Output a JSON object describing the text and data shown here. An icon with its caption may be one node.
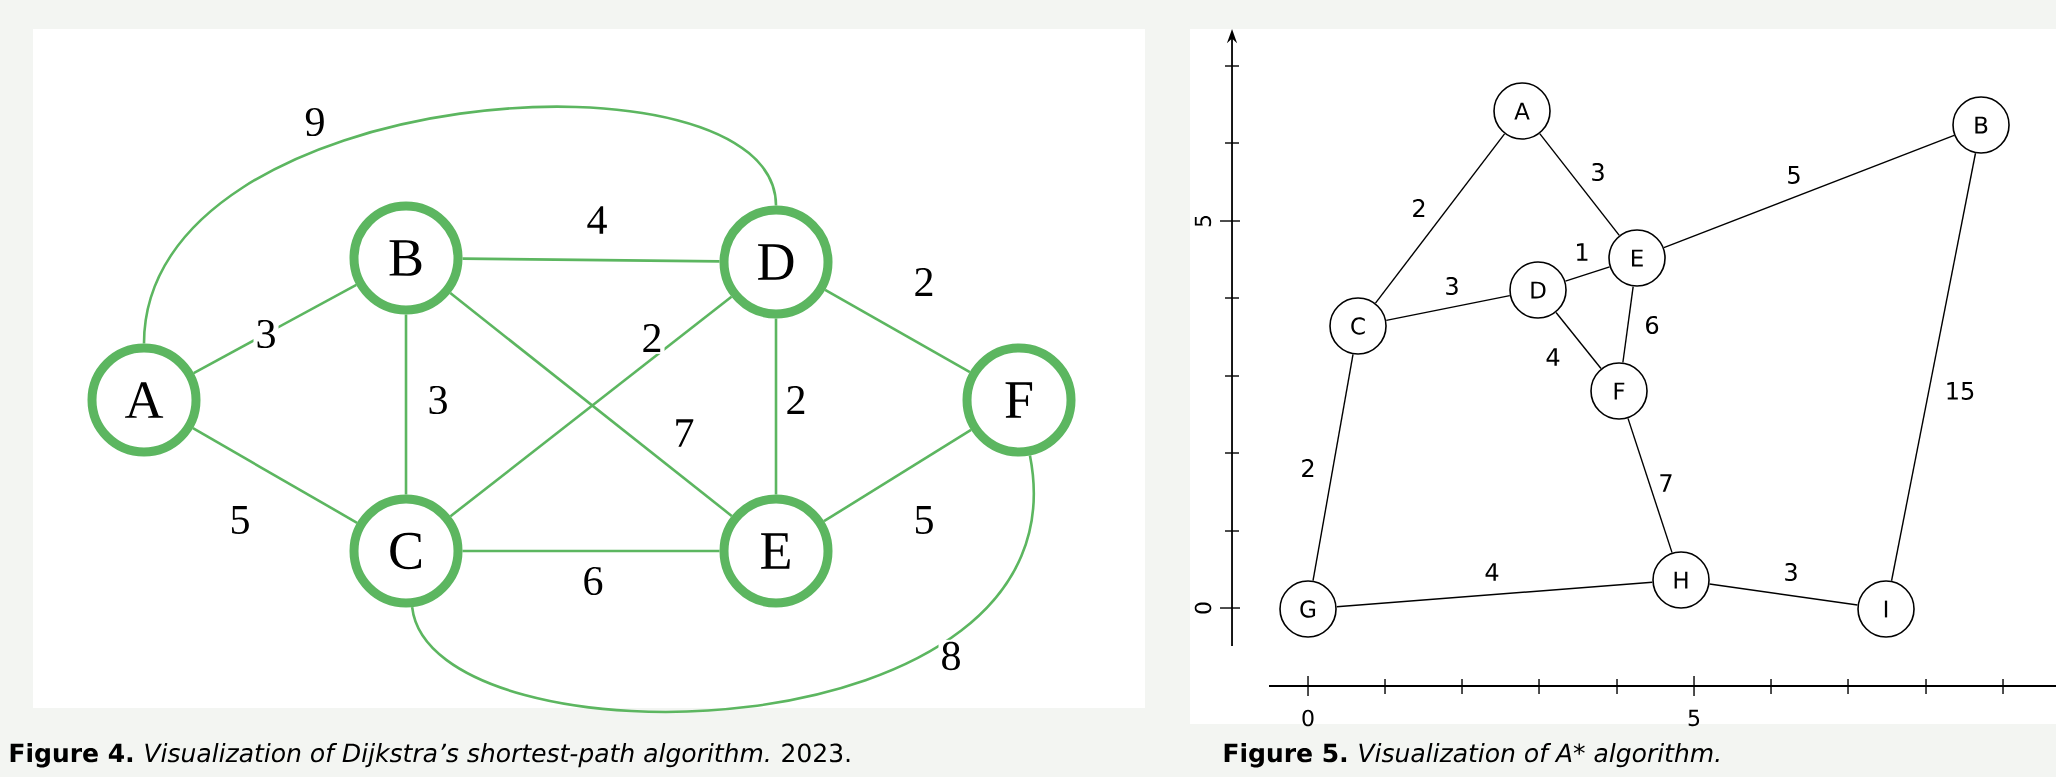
{
  "diagram": {
    "nodes": [
      {
        "text": [
          "A"
        ]
      },
      {
        "text": [
          "B"
        ]
      },
      {
        "text": [
          "C"
        ]
      },
      {
        "text": [
          "D"
        ]
      },
      {
        "text": [
          "E"
        ]
      },
      {
        "text": [
          "F"
        ]
      },
      {
        "text": [
          "A"
        ]
      },
      {
        "text": [
          "B"
        ]
      },
      {
        "text": [
          "C"
        ]
      },
      {
        "text": [
          "D"
        ]
      },
      {
        "text": [
          "E"
        ]
      },
      {
        "text": [
          "F"
        ]
      },
      {
        "text": [
          "G"
        ]
      },
      {
        "text": [
          "H"
        ]
      },
      {
        "text": [
          "I"
        ]
      }
    ],
    "edges": [
      {
        "from": 0,
        "to": 1,
        "arrow": "none",
        "label": "3",
        "color": "#5cb660"
      },
      {
        "from": 0,
        "to": 2,
        "arrow": "none",
        "label": "5",
        "color": "#5cb660"
      },
      {
        "from": 0,
        "to": 3,
        "arrow": "none",
        "label": "9",
        "color": "#5cb660"
      },
      {
        "from": 1,
        "to": 3,
        "arrow": "none",
        "label": "4",
        "color": "#5cb660"
      },
      {
        "from": 1,
        "to": 2,
        "arrow": "none",
        "label": "3",
        "color": "#5cb660"
      },
      {
        "from": 1,
        "to": 4,
        "arrow": "none",
        "label": "7",
        "color": "#5cb660"
      },
      {
        "from": 2,
        "to": 3,
        "arrow": "none",
        "label": "2",
        "color": "#5cb660"
      },
      {
        "from": 2,
        "to": 4,
        "arrow": "none",
        "label": "6",
        "color": "#5cb660"
      },
      {
        "from": 2,
        "to": 5,
        "arrow": "none",
        "label": "8",
        "color": "#5cb660"
      },
      {
        "from": 3,
        "to": 4,
        "arrow": "none",
        "label": "2",
        "color": "#5cb660"
      },
      {
        "from": 3,
        "to": 5,
        "arrow": "none",
        "label": "2",
        "color": "#5cb660"
      },
      {
        "from": 4,
        "to": 5,
        "arrow": "none",
        "label": "5",
        "color": "#5cb660"
      },
      {
        "from": 6,
        "to": 8,
        "arrow": "none",
        "label": "2",
        "color": "#000000"
      },
      {
        "from": 6,
        "to": 10,
        "arrow": "none",
        "label": "3",
        "color": "#000000"
      },
      {
        "from": 10,
        "to": 7,
        "arrow": "none",
        "label": "5",
        "color": "#000000"
      },
      {
        "from": 8,
        "to": 9,
        "arrow": "none",
        "label": "3",
        "color": "#000000"
      },
      {
        "from": 9,
        "to": 10,
        "arrow": "none",
        "label": "1",
        "color": "#000000"
      },
      {
        "from": 10,
        "to": 11,
        "arrow": "none",
        "label": "6",
        "color": "#000000"
      },
      {
        "from": 9,
        "to": 11,
        "arrow": "none",
        "label": "4",
        "color": "#000000"
      },
      {
        "from": 8,
        "to": 12,
        "arrow": "none",
        "label": "2",
        "color": "#000000"
      },
      {
        "from": 11,
        "to": 13,
        "arrow": "none",
        "label": "7",
        "color": "#000000"
      },
      {
        "from": 12,
        "to": 13,
        "arrow": "none",
        "label": "4",
        "color": "#000000"
      },
      {
        "from": 13,
        "to": 14,
        "arrow": "none",
        "label": "3",
        "color": "#000000"
      },
      {
        "from": 7,
        "to": 14,
        "arrow": "none",
        "label": "15",
        "color": "#000000"
      }
    ],
    "labels": [
      "5",
      "0",
      "0",
      "5",
      "Figure 4.",
      "Visualization of Dijkstra’s shortest-path algorithm.",
      "2023.",
      "Figure 5.",
      "Visualization of A* algorithm."
    ]
  }
}
